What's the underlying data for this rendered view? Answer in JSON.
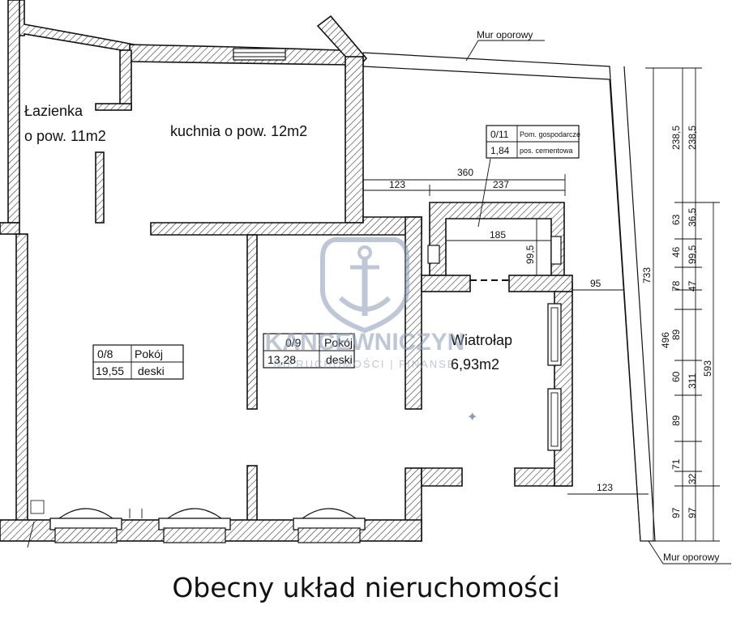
{
  "rooms": {
    "lazienka": {
      "line1": "Łazienka",
      "line2": "o pow. 11m2"
    },
    "kuchnia": "kuchnia o pow. 12m2",
    "wiatrolap": {
      "line1": "Wiatrołap",
      "line2": "6,93m2"
    }
  },
  "room_tags": {
    "room_08": {
      "number": "0/8",
      "name": "Pokój",
      "area": "19,55",
      "floor": "deski"
    },
    "room_09": {
      "number": "0/9",
      "name": "Pokój",
      "area": "13,28",
      "floor": "deski"
    },
    "room_011": {
      "number": "0/11",
      "name": "Pom. gospodarcze",
      "area": "1,84",
      "floor": "pos. cementowa"
    }
  },
  "annotations": {
    "retaining_wall_top": "Mur oporowy",
    "retaining_wall_bottom": "Mur oporowy"
  },
  "dimensions": {
    "d360": "360",
    "d123a": "123",
    "d237": "237",
    "d185": "185",
    "d99_5a": "99,5",
    "d95": "95",
    "d123b": "123",
    "d733": "733",
    "d496": "496",
    "d238_5a": "238,5",
    "d238_5b": "238,5",
    "d593": "593",
    "d311": "311",
    "chain_a": [
      "63",
      "46",
      "78",
      "89",
      "60",
      "89",
      "71",
      "97"
    ],
    "chain_b": [
      "36,5",
      "99,5",
      "47",
      "32",
      "97"
    ]
  },
  "watermark": {
    "brand": "KANCEWNICZYN",
    "subtitle": "NIERUCHOMOŚCI | FINANSE"
  },
  "caption": "Obecny układ nieruchomości",
  "colors": {
    "ink": "#111111",
    "watermark": "#8a9bb5"
  }
}
